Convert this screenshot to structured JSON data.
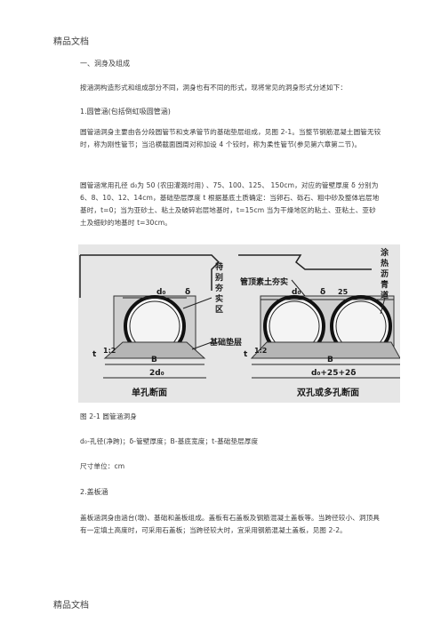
{
  "header": "精品文档",
  "footer": "精品文档",
  "section1": "一、洞身及组成",
  "intro": "按涵洞构造形式和组成部分不同，洞身也有不同的形式，现将常见的洞身形式分述如下：",
  "sub1": "1.圆管涵(包括倒虹吸圆管涵)",
  "para1": "圆管涵洞身主要由各分段圆管节和支承管节的基础垫层组成，见图 2-1。当整节钢筋混凝土圆管无铰时，称为刚性管节；当沿横截面圆周对称加设 4 个铰时，称为柔性管节(参见第六章第二节)。",
  "para2": "圆管涵常用孔径 d₀为 50 (农田灌溉时用) 、75、100、125、 150cm，对应的管壁厚度 δ 分别为 6、8、10、12、14cm，基础垫层厚度 t 根据基底土质确定：当卵石、砾石、粗中砂及整体岩层地基时，t=0；当为亚砂土、粘土及破碎岩层地基时，t=15cm 当为干燥地区的粘土、亚粘土、亚砂土及细砂的地基时 t=30cm。",
  "figure": {
    "left": {
      "label_special": [
        "特",
        "别",
        "夯",
        "实",
        "区"
      ],
      "label_cushion": "基础垫层",
      "d0": "d₀",
      "delta": "δ",
      "B": "B",
      "two_d0": "2d₀",
      "t": "t",
      "slope": "1:2",
      "caption": "单孔断面"
    },
    "right": {
      "label_fill": "管顶素土夯实",
      "label_asphalt": [
        "涂",
        "热",
        "沥",
        "青",
        "道"
      ],
      "d0": "d₀",
      "delta": "δ",
      "dim_25": "25",
      "B": "B",
      "t": "t",
      "slope": "1:2",
      "bottom_dim": "d₀+25+2δ",
      "caption": "双孔或多孔断面"
    }
  },
  "fig_caption": "图 2-1 圆管涵洞身",
  "legend": "d₀-孔径(净跨)；δ-管壁厚度；B-基底宽度；t-基础垫层厚度",
  "unit": "尺寸单位：cm",
  "sub2": "2.盖板涵",
  "para3": "盖板涵洞身由涵台(墩)、基础和盖板组成。盖板有石盖板及钢筋混凝土盖板等。当跨径较小、洞顶具有一定填土高度时，可采用石盖板；当跨径较大时，宜采用钢筋混凝土盖板，见图 2-2。"
}
